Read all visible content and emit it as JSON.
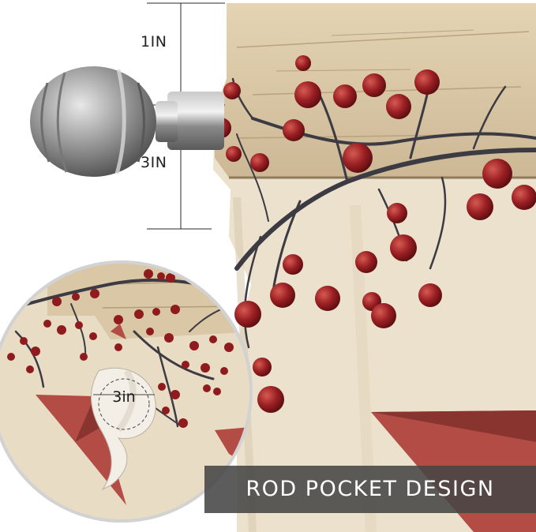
{
  "dimensions": {
    "top_label": "1IN",
    "bottom_label": "3IN"
  },
  "zoom_callout": {
    "label": "3in"
  },
  "banner": {
    "text": "ROD POCKET DESIGN"
  },
  "colors": {
    "curtain_background": "#e9dcc4",
    "wood": "#d8c6a4",
    "berry": "#9a1f23",
    "star": "#b34c45",
    "branch": "#3c3a42",
    "rod_metal": "#8d8d8d",
    "banner_bg": "#464646",
    "banner_text": "#ffffff"
  },
  "icons": {
    "finial": "rod-finial",
    "star": "barn-star"
  }
}
